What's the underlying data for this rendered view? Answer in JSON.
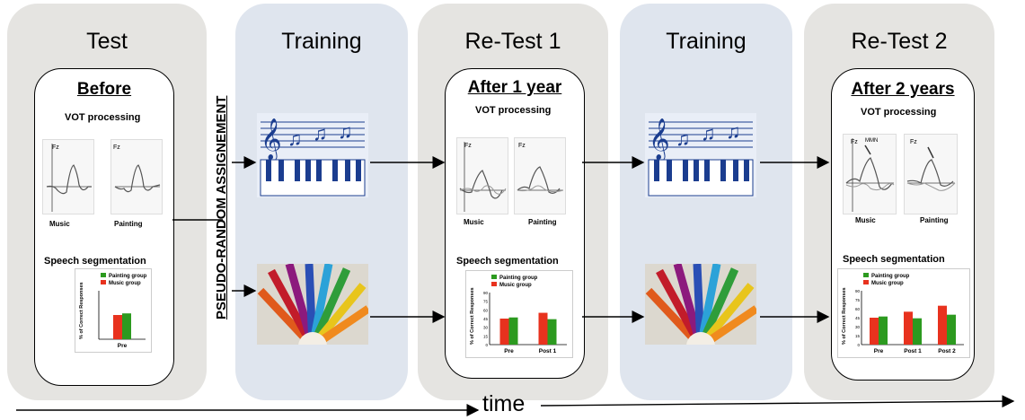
{
  "panels": [
    {
      "title": "Test",
      "subtitle": "Before",
      "vot": "VOT processing",
      "erp_labels": [
        "Music",
        "Painting"
      ],
      "seg": "Speech segmentation"
    },
    {
      "title": "Training"
    },
    {
      "title": "Re-Test 1",
      "subtitle": "After 1 year",
      "vot": "VOT processing",
      "erp_labels": [
        "Music",
        "Painting"
      ],
      "seg": "Speech segmentation"
    },
    {
      "title": "Training"
    },
    {
      "title": "Re-Test 2",
      "subtitle": "After 2 years",
      "vot": "VOT  processing",
      "erp_labels": [
        "Music",
        "Painting"
      ],
      "seg": "Speech segmentation"
    }
  ],
  "assignment": "PSEUDO-RANDOM ASSIGNEMENT",
  "time_label": "time",
  "erp": {
    "channel": "Fz",
    "annotation": "MMN"
  },
  "charts": [
    {
      "type": "bar",
      "legend": [
        "Painting group",
        "Music group"
      ],
      "ylabel": "% of Correct Responses",
      "categories": [
        "Pre"
      ],
      "series": [
        {
          "name": "Music group",
          "values": [
            45
          ]
        },
        {
          "name": "Painting group",
          "values": [
            48
          ]
        }
      ],
      "ylim": [
        0,
        90
      ]
    },
    {
      "type": "bar",
      "legend": [
        "Painting group",
        "Music group"
      ],
      "ylabel": "% of Correct Responses",
      "yticks": [
        "0",
        "15",
        "30",
        "45",
        "60",
        "75",
        "90"
      ],
      "categories": [
        "Pre",
        "Post 1"
      ],
      "series": [
        {
          "name": "Music group",
          "values": [
            45,
            55
          ]
        },
        {
          "name": "Painting group",
          "values": [
            47,
            44
          ]
        }
      ],
      "ylim": [
        0,
        90
      ]
    },
    {
      "type": "bar",
      "legend": [
        "Painting group",
        "Music group"
      ],
      "ylabel": "% of Correct Responses",
      "yticks": [
        "0",
        "15",
        "30",
        "45",
        "60",
        "75",
        "90"
      ],
      "categories": [
        "Pre",
        "Post 1",
        "Post 2"
      ],
      "series": [
        {
          "name": "Music group",
          "values": [
            45,
            55,
            65
          ]
        },
        {
          "name": "Painting group",
          "values": [
            47,
            44,
            50
          ]
        }
      ],
      "ylim": [
        0,
        90
      ]
    }
  ],
  "colors": {
    "music": "#e8321e",
    "painting": "#2c9a1f",
    "gray_panel": "#e5e4e1",
    "blue_panel": "#dfe5ee"
  },
  "icons": [
    "music-staff-keyboard-image",
    "colored-pencils-image"
  ]
}
